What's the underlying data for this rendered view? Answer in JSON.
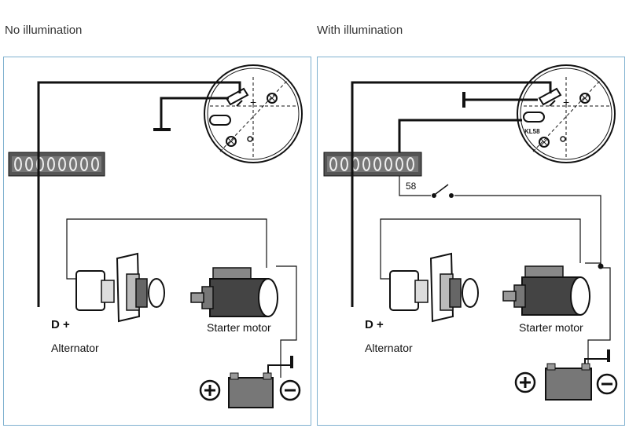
{
  "panels": [
    {
      "title": "No illumination",
      "terminal_label": "D +",
      "alternator_label": "Alternator",
      "starter_label": "Starter motor"
    },
    {
      "title": "With illumination",
      "terminal_label": "D +",
      "alternator_label": "Alternator",
      "starter_label": "Starter motor",
      "switch_label": "58",
      "gauge_terminal_label": "KL58"
    }
  ],
  "colors": {
    "frame": "#7eb0cf",
    "wire": "#111111"
  },
  "icons": [
    "gauge-icon",
    "connector-block-icon",
    "alternator-icon",
    "starter-motor-icon",
    "battery-icon",
    "plus-icon",
    "minus-icon",
    "ground-icon",
    "switch-icon"
  ]
}
